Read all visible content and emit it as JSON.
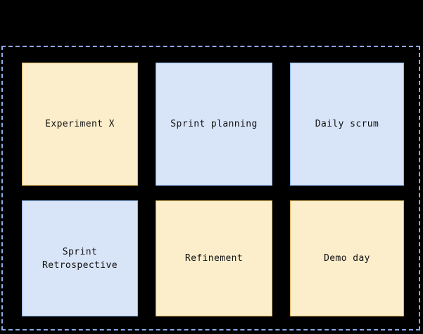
{
  "board": {
    "region_name": "board-region",
    "border_color": "#8aaae8",
    "background_color": "#000000",
    "colors": {
      "cream_fill": "#fceecb",
      "cream_border": "#d9b25b",
      "blue_fill": "#d8e5f8",
      "blue_border": "#8cb4e8",
      "text": "#111111"
    },
    "cards": [
      {
        "label": "Experiment X",
        "color": "cream"
      },
      {
        "label": "Sprint planning",
        "color": "blue"
      },
      {
        "label": "Daily scrum",
        "color": "blue"
      },
      {
        "label": "Sprint\nRetrospective",
        "color": "blue"
      },
      {
        "label": "Refinement",
        "color": "cream"
      },
      {
        "label": "Demo day",
        "color": "cream"
      }
    ]
  }
}
